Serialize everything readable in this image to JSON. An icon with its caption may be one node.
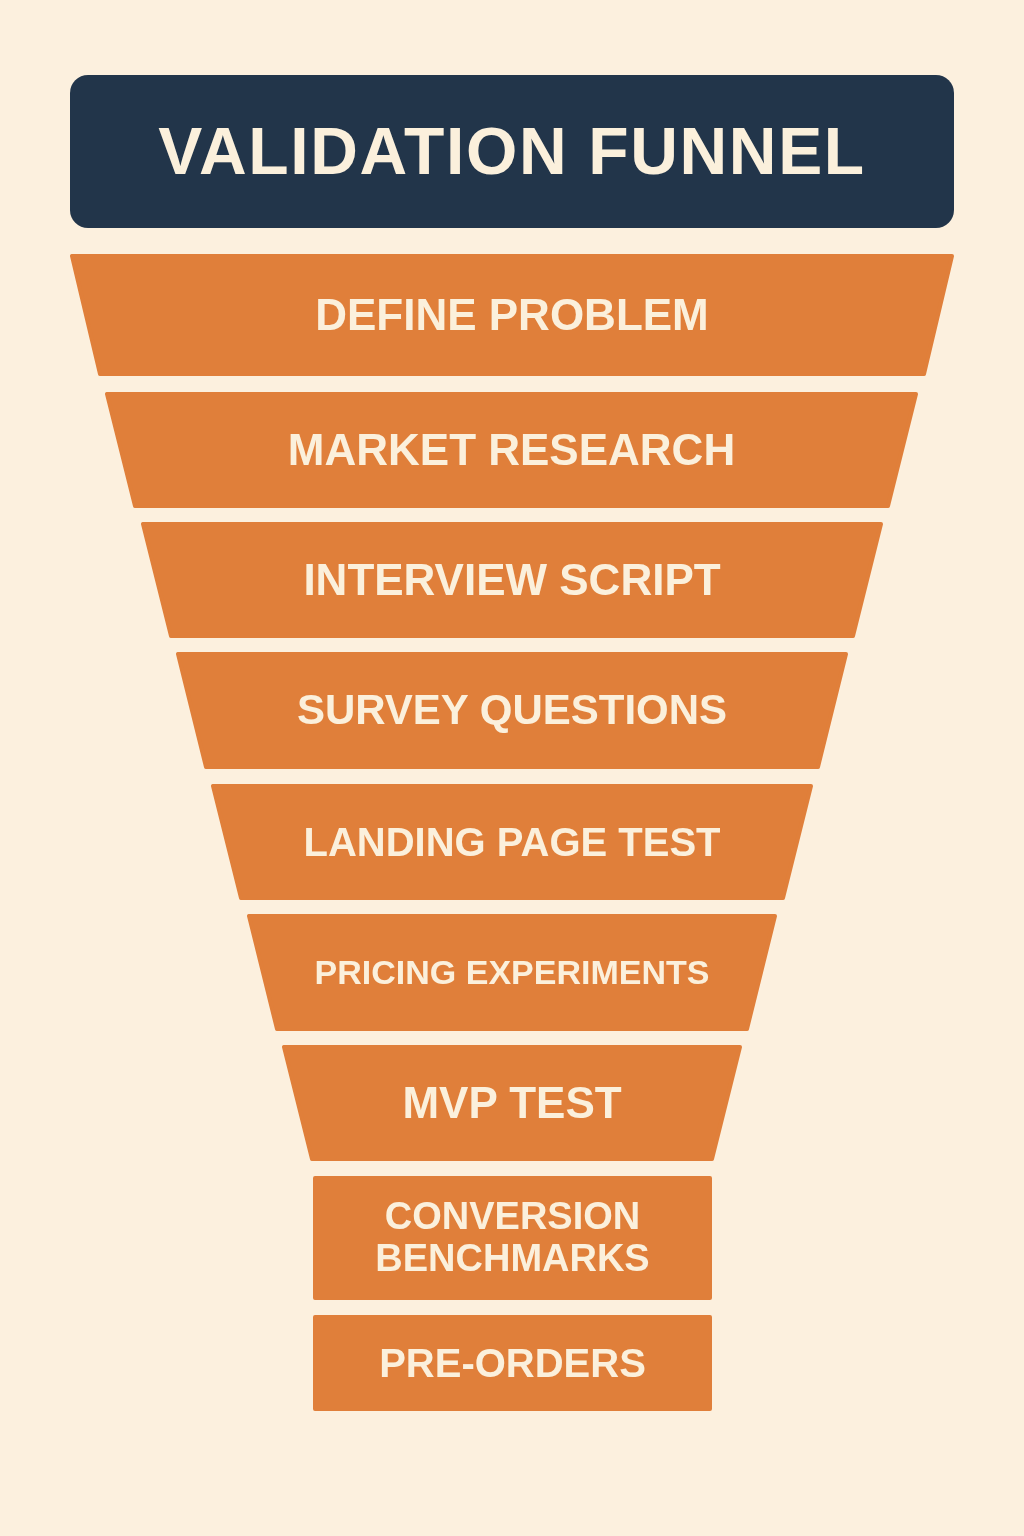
{
  "diagram": {
    "title": "VALIDATION FUNNEL",
    "nodes": [
      {
        "text": [
          "DEFINE PROBLEM"
        ]
      },
      {
        "text": [
          "MARKET RESEARCH"
        ]
      },
      {
        "text": [
          "INTERVIEW SCRIPT"
        ]
      },
      {
        "text": [
          "SURVEY QUESTIONS"
        ]
      },
      {
        "text": [
          "LANDING PAGE TEST"
        ]
      },
      {
        "text": [
          "PRICING EXPERIMENTS"
        ]
      },
      {
        "text": [
          "MVP TEST"
        ]
      },
      {
        "text": [
          "CONVERSION BENCHMARKS"
        ]
      },
      {
        "text": [
          "PRE-ORDERS"
        ]
      }
    ]
  }
}
